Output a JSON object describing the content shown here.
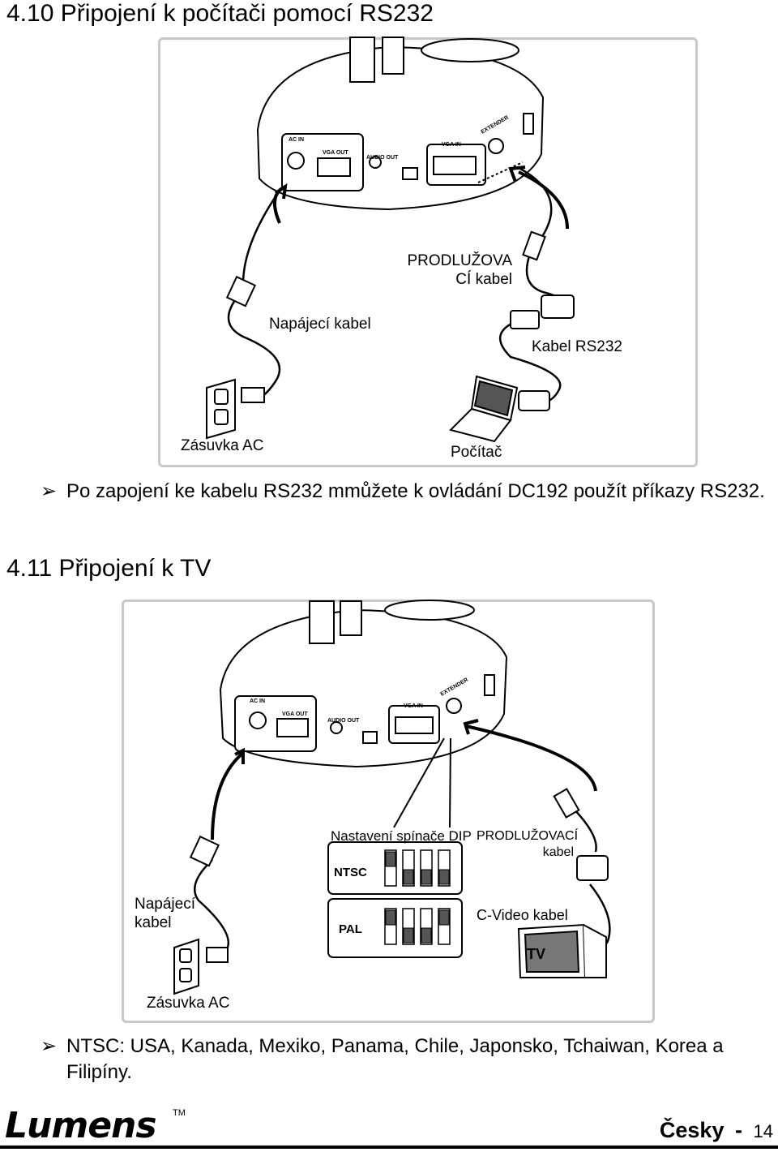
{
  "section1": {
    "heading": "4.10 Připojení k počítači pomocí RS232",
    "labels": {
      "extension_line1": "PRODLUŽOVA",
      "extension_line2": "CÍ kabel",
      "power_cable": "Napájecí kabel",
      "rs232_cable": "Kabel RS232",
      "ac_outlet": "Zásuvka AC",
      "computer": "Počítač"
    },
    "bullet": "Po zapojení ke kabelu RS232 mmůžete k ovládání DC192 použít příkazy RS232."
  },
  "section2": {
    "heading": "4.11 Připojení k TV",
    "labels": {
      "dip_title": "Nastavení spínače DIP",
      "extension_line1": "PRODLUŽOVACÍ",
      "extension_line2": "kabel",
      "power_line1": "Napájecí",
      "power_line2": "kabel",
      "cvideo_cable": "C-Video kabel",
      "ac_outlet": "Zásuvka AC",
      "ntsc": "NTSC",
      "pal": "PAL",
      "tv": "TV"
    },
    "bullet": "NTSC: USA, Kanada, Mexiko, Panama, Chile, Japonsko, Tchaiwan, Korea a Filipíny."
  },
  "device_port_labels": [
    "AC IN",
    "VGA OUT",
    "AUDIO OUT",
    "VGA IN",
    "EXTENDER"
  ],
  "footer": {
    "logo": "Lumens",
    "trademark": "TM",
    "language": "Česky",
    "separator": "-",
    "page_number": "14"
  },
  "colors": {
    "panel_border": "#c8c8c8",
    "line_art": "#000000"
  }
}
